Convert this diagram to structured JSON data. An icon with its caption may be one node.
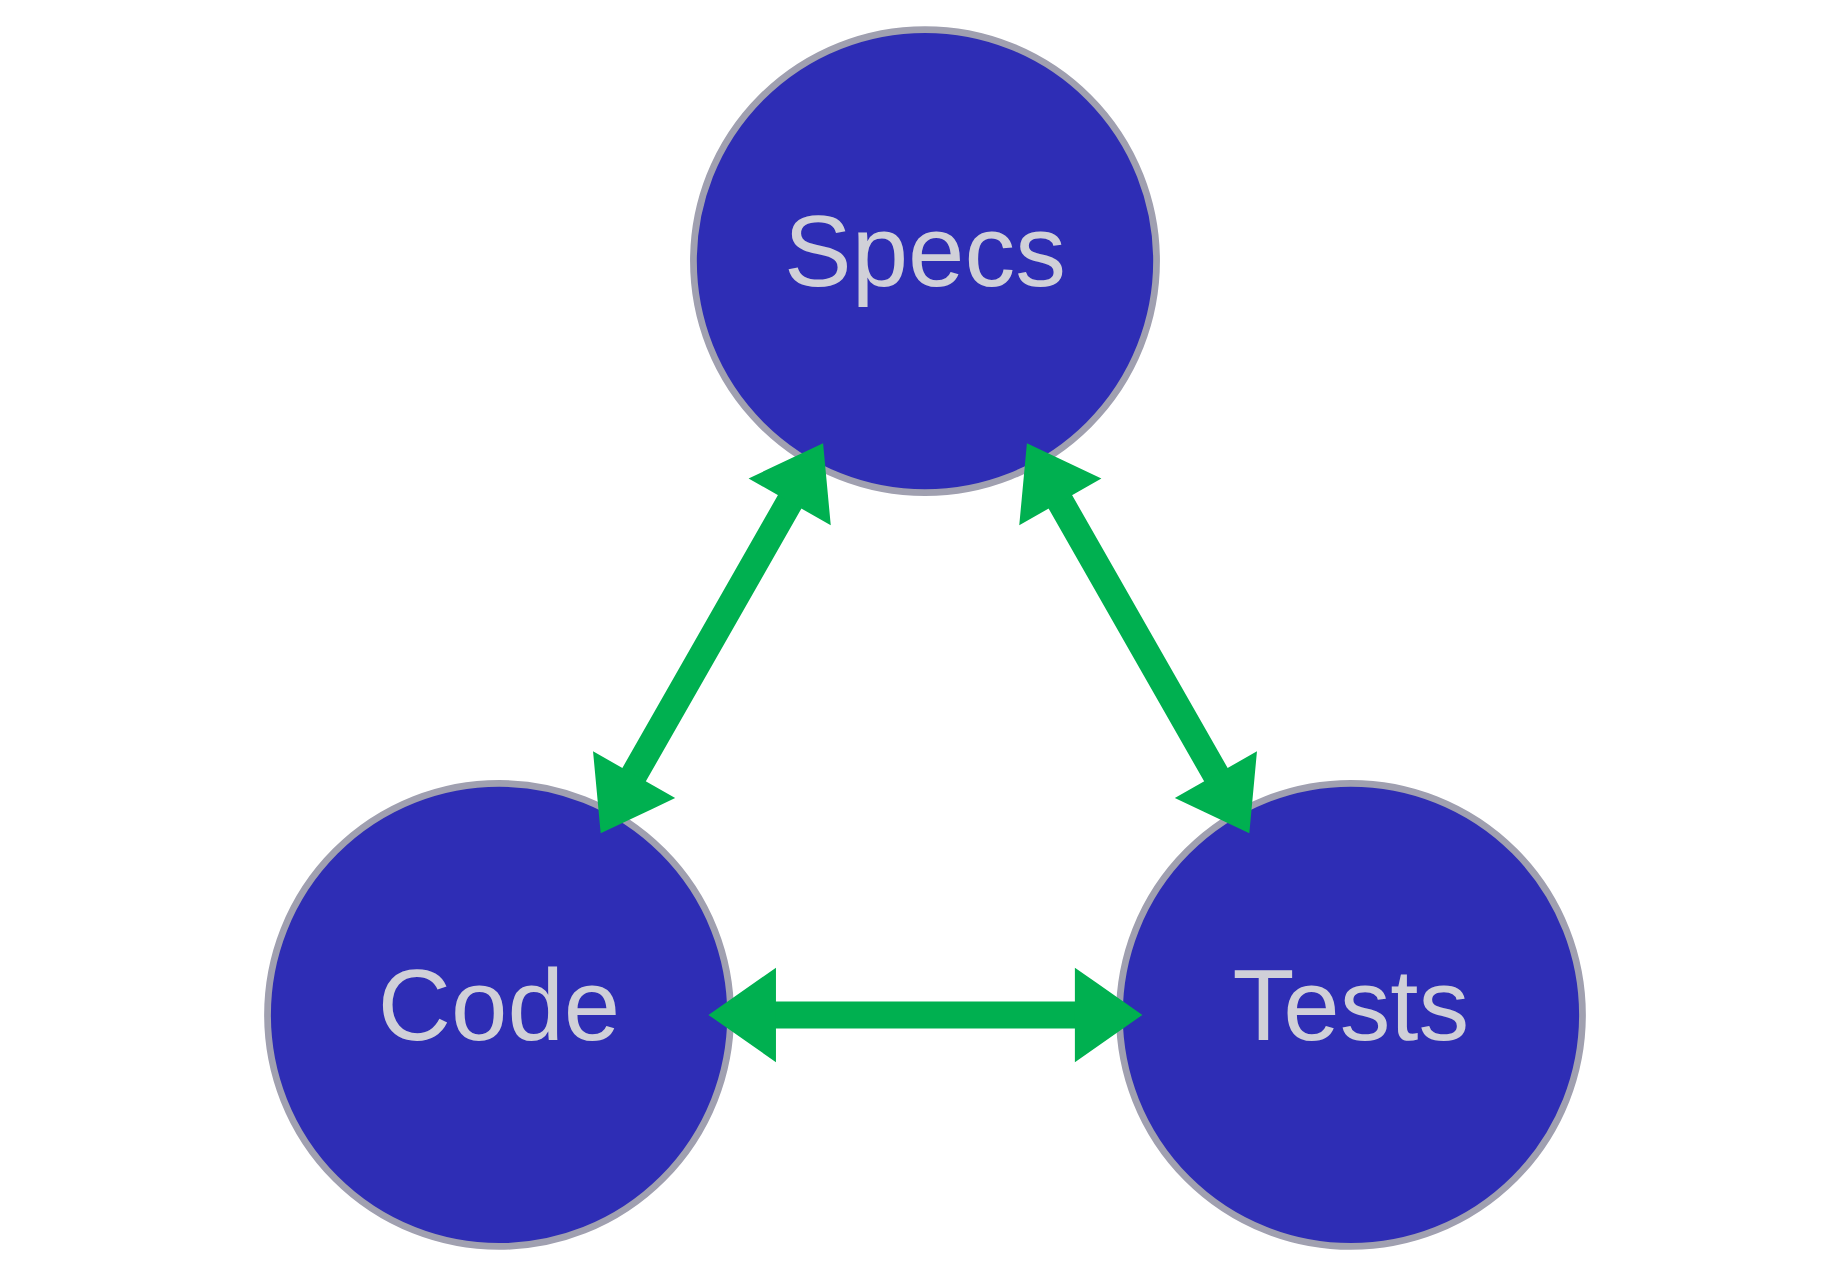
{
  "diagram": {
    "nodes": [
      {
        "text": [
          "Specs"
        ]
      },
      {
        "text": [
          "Code"
        ]
      },
      {
        "text": [
          "Tests"
        ]
      }
    ],
    "edges": [
      {
        "from": 0,
        "to": 1,
        "arrow": "both"
      },
      {
        "from": 0,
        "to": 2,
        "arrow": "both"
      },
      {
        "from": 1,
        "to": 2,
        "arrow": "both"
      }
    ]
  }
}
